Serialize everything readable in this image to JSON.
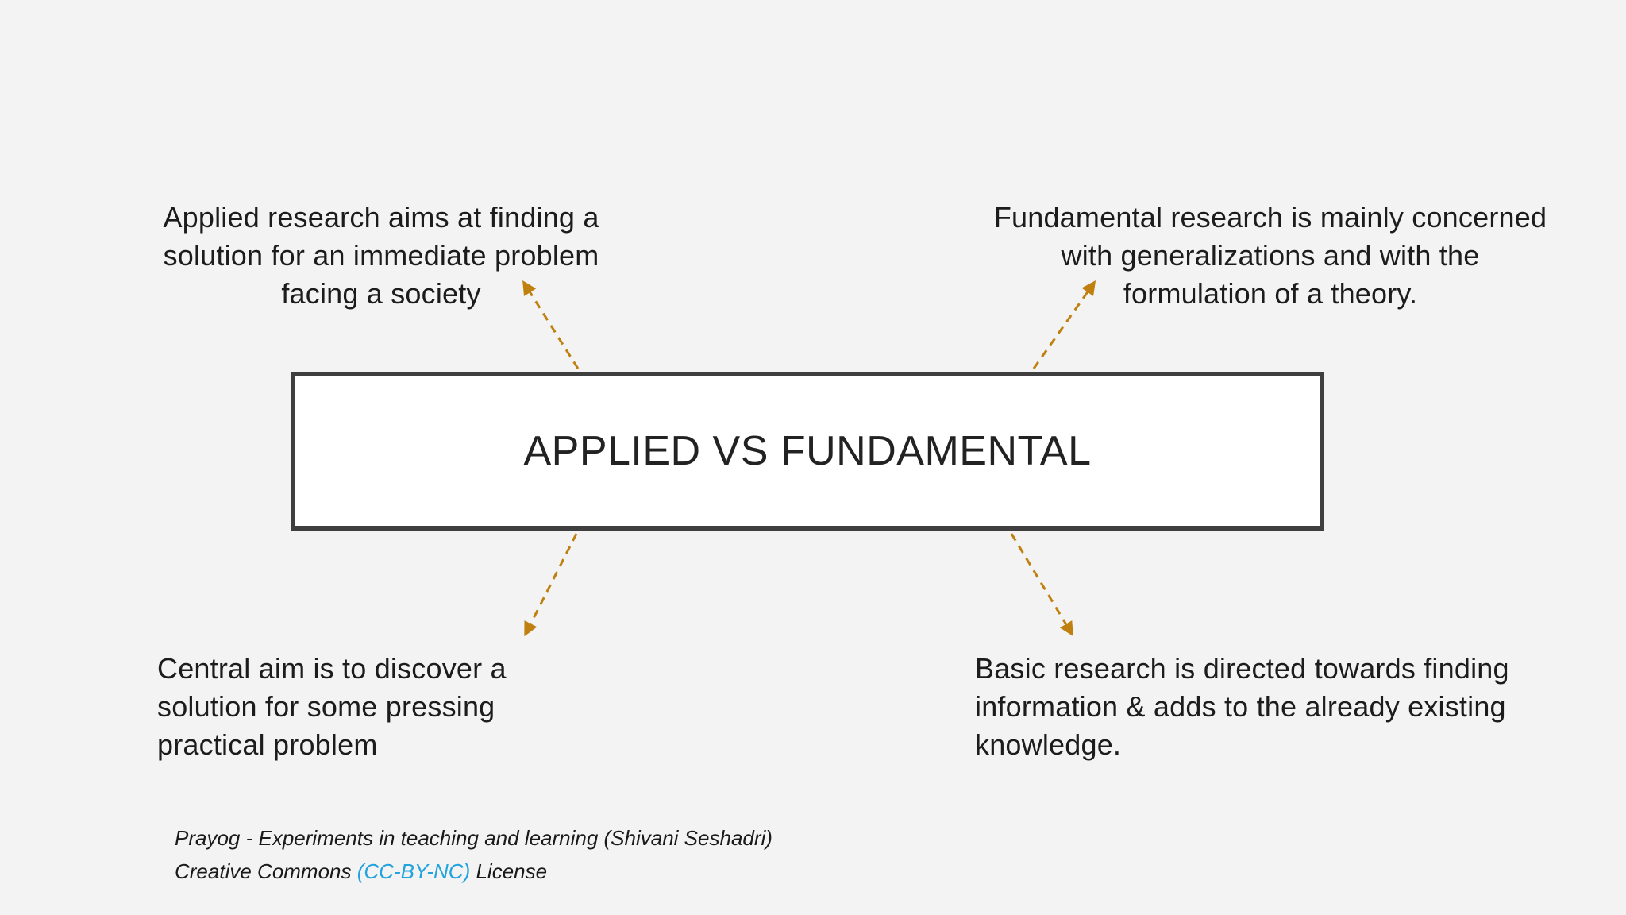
{
  "title": "APPLIED VS FUNDAMENTAL",
  "nodes": {
    "top_left": [
      "Applied research aims at finding a",
      "solution for an immediate problem",
      "facing a society"
    ],
    "top_right": [
      "Fundamental research is mainly concerned",
      "with generalizations and with the",
      "formulation of a theory."
    ],
    "bottom_left": [
      "Central aim is to discover a",
      "solution for some pressing",
      "practical problem"
    ],
    "bottom_right": [
      "Basic research is directed towards finding",
      "information & adds to the already existing",
      "knowledge."
    ]
  },
  "credits": {
    "line1": "Prayog - Experiments in teaching and learning (Shivani Seshadri)",
    "line2_prefix": "Creative Commons ",
    "line2_link": "(CC-BY-NC)",
    "line2_suffix": " License"
  },
  "colors": {
    "arrow": "#c0800f",
    "box_border": "#3f3f3f",
    "background": "#f3f3f3",
    "link": "#21a3dd"
  }
}
